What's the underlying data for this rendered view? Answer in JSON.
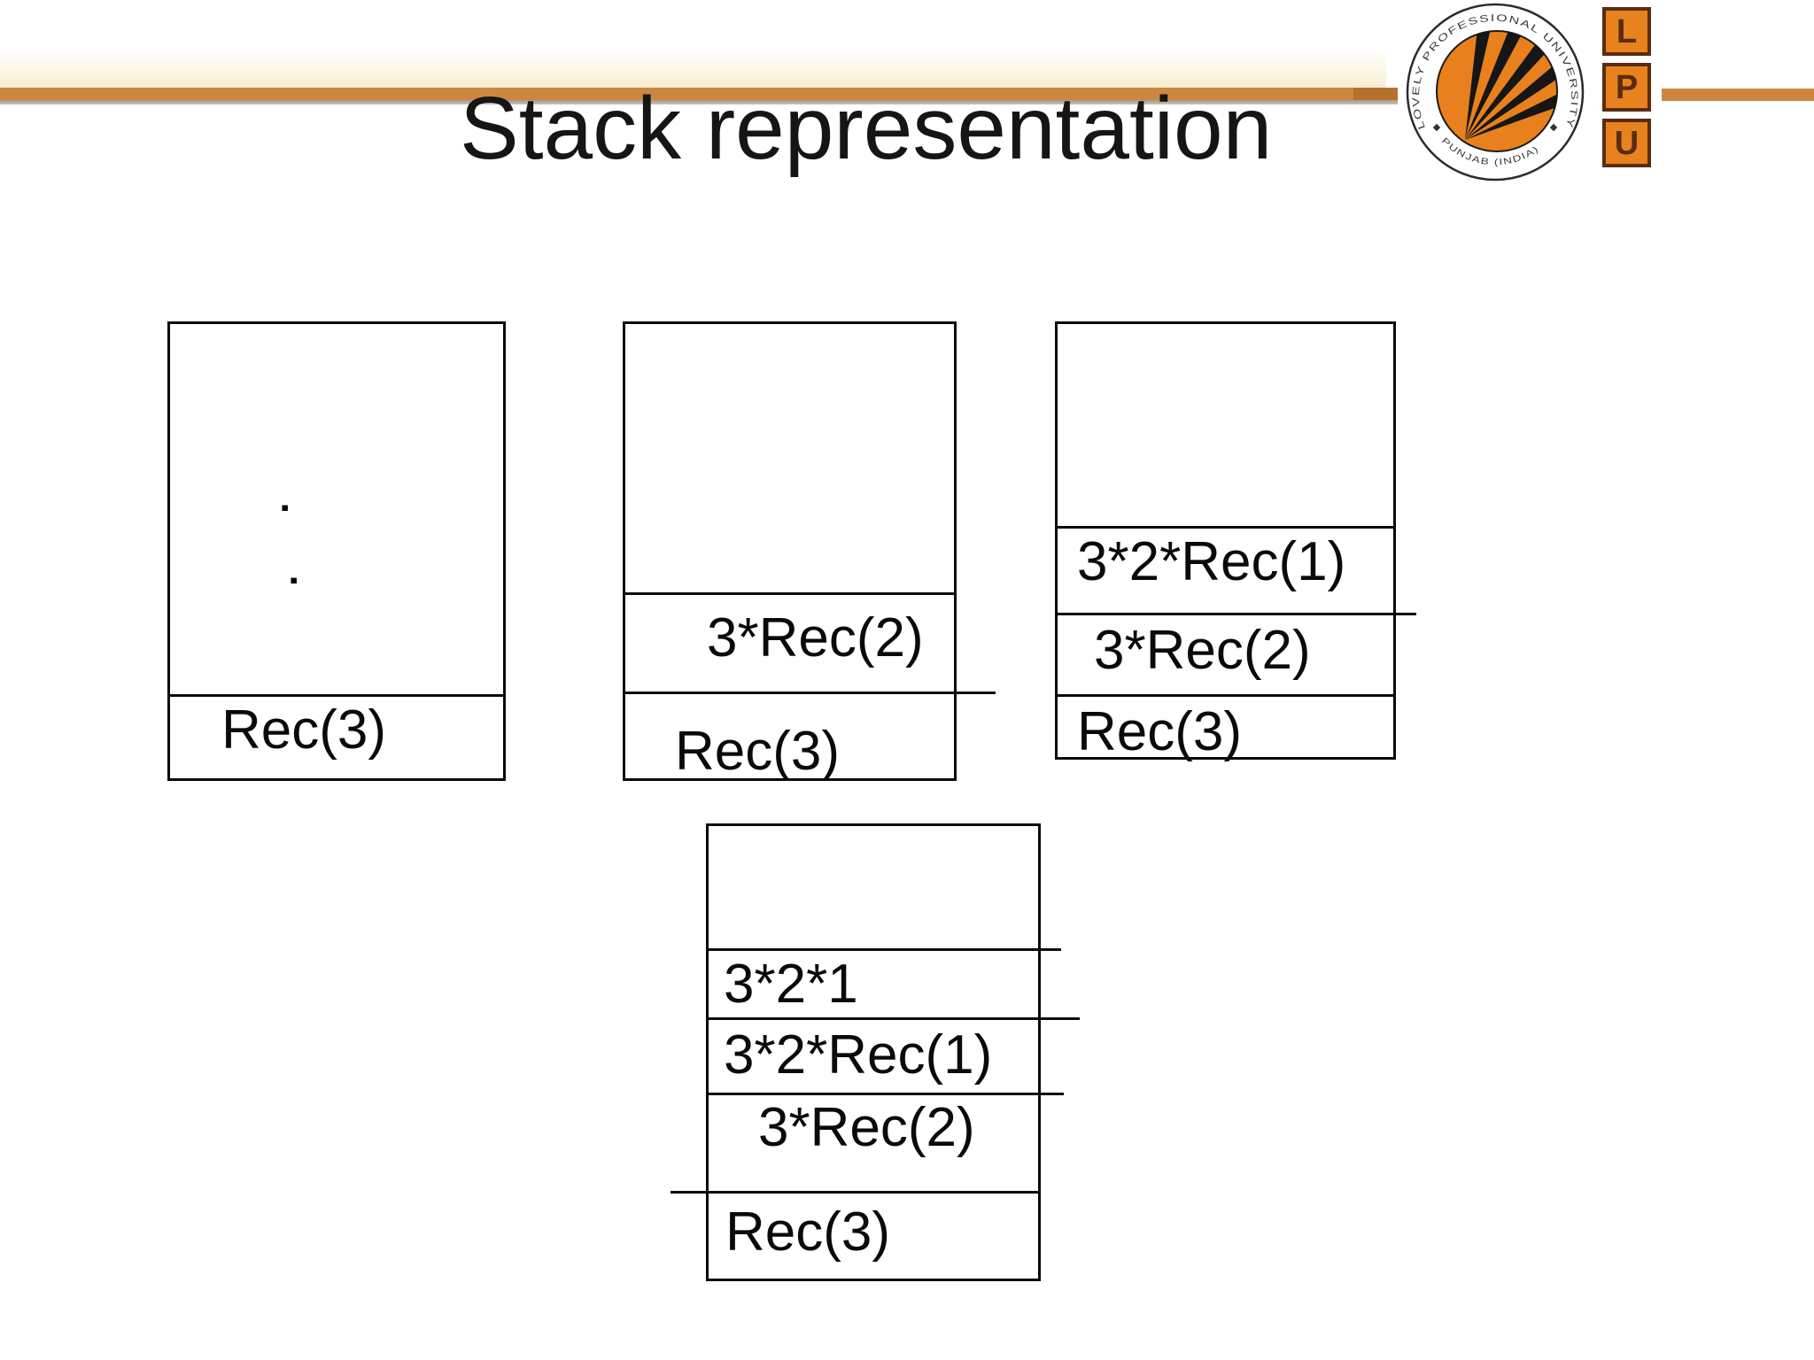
{
  "title": "Stack representation",
  "logo": {
    "seal_text_top": "LOVELY  PROFESSIONAL  UNIVERSITY",
    "seal_text_bottom": "PUNJAB (INDIA)",
    "blocks": [
      "L",
      "P",
      "U"
    ]
  },
  "colors": {
    "bar_orange": "#CD8740",
    "bar_shadow": "#A39A8E",
    "logo_orange": "#E8821E",
    "logo_brown": "#5A2C0E",
    "line_black": "#0a0a0a"
  },
  "stacks": [
    {
      "id": "stack-1",
      "dots": [
        "▪",
        "▪"
      ],
      "cells": [
        {
          "label": "Rec(3)"
        }
      ]
    },
    {
      "id": "stack-2",
      "cells": [
        {
          "label": "3*Rec(2)"
        },
        {
          "label": "Rec(3)"
        }
      ]
    },
    {
      "id": "stack-3",
      "cells": [
        {
          "label": "3*2*Rec(1)"
        },
        {
          "label": "3*Rec(2)"
        },
        {
          "label": "Rec(3)"
        }
      ]
    },
    {
      "id": "stack-4",
      "cells": [
        {
          "label": "3*2*1"
        },
        {
          "label": "3*2*Rec(1)"
        },
        {
          "label": "3*Rec(2)"
        },
        {
          "label": "Rec(3)"
        }
      ]
    }
  ]
}
